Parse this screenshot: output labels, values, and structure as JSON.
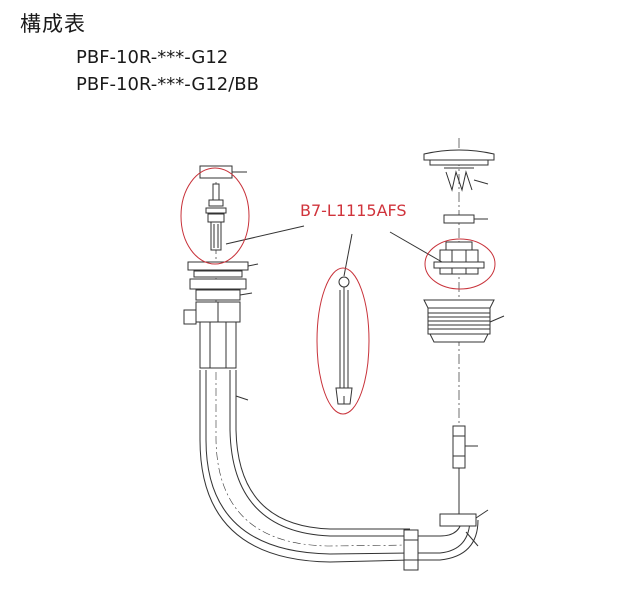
{
  "header": {
    "title": "構成表",
    "models": [
      "PBF-10R-***-G12",
      "PBF-10R-***-G12/BB"
    ]
  },
  "diagram": {
    "highlight_part_label": "B7-L1115AFS",
    "highlight_color": "#c8323a",
    "line_color": "#333333"
  }
}
